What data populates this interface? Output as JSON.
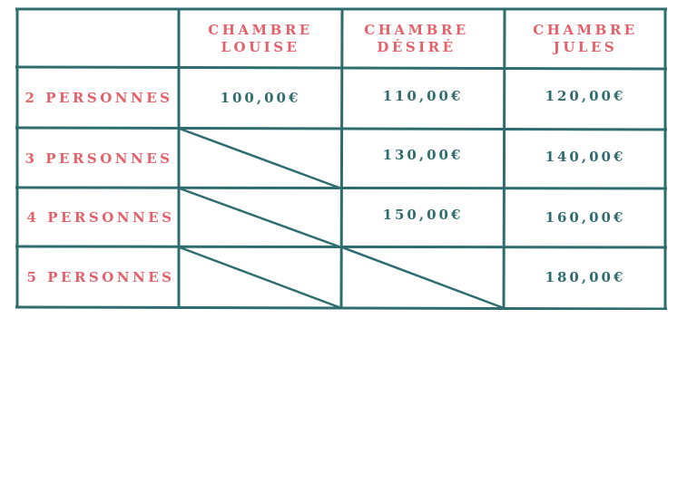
{
  "table": {
    "headers": [
      [
        "CHAMBRE",
        "LOUISE"
      ],
      [
        "CHAMBRE",
        "DÉSIRÉ"
      ],
      [
        "CHAMBRE",
        "JULES"
      ]
    ],
    "rows": [
      {
        "label": "2 PERSONNES",
        "prices": [
          "100,00€",
          "110,00€",
          "120,00€"
        ]
      },
      {
        "label": "3 PERSONNES",
        "prices": [
          "",
          "130,00€",
          "140,00€"
        ]
      },
      {
        "label": "4 PERSONNES",
        "prices": [
          "",
          "150,00€",
          "160,00€"
        ]
      },
      {
        "label": "5 PERSONNES",
        "prices": [
          "",
          "",
          "180,00€"
        ]
      }
    ],
    "unavailable": [
      [
        1,
        0
      ],
      [
        2,
        0
      ],
      [
        3,
        0
      ],
      [
        3,
        1
      ]
    ],
    "colors": {
      "border": "#2f6c6f",
      "header_text": "#e4606a",
      "price_text": "#2f6c6f"
    }
  }
}
